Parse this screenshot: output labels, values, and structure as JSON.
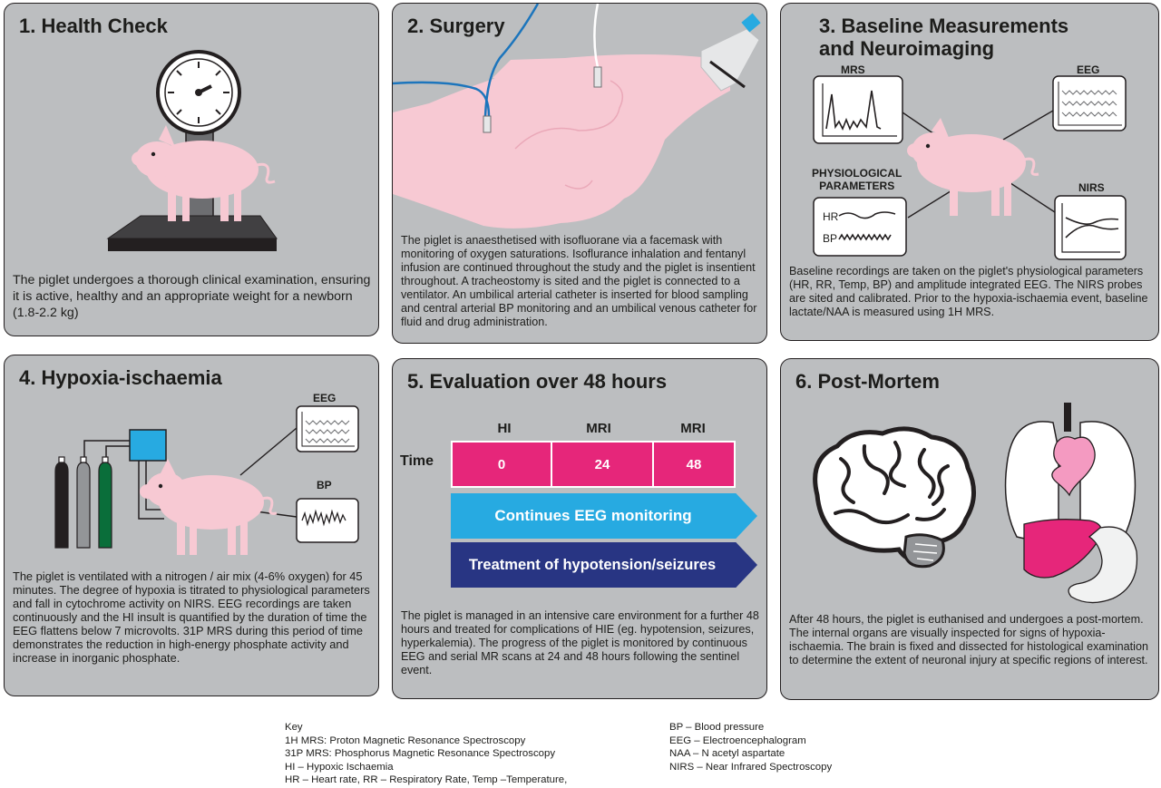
{
  "panels": {
    "health_check": {
      "title": "1. Health Check",
      "body": "The piglet undergoes a thorough clinical examination, ensuring it is active, healthy and an appropriate weight for a newborn (1.8-2.2 kg)"
    },
    "surgery": {
      "title": "2. Surgery",
      "body": "The piglet is anaesthetised with isofluorane via a facemask with monitoring of oxygen saturations. Isoflurance inhalation and fentanyl infusion are continued throughout the study and the piglet is insentient throughout. A tracheostomy is sited and the piglet is connected to a ventilator. An umbilical arterial catheter is inserted for blood sampling and central arterial BP monitoring and an umbilical venous catheter for fluid and drug administration."
    },
    "baseline": {
      "title": "3. Baseline Measurements\nand Neuroimaging",
      "labels": {
        "mrs": "MRS",
        "eeg": "EEG",
        "physio": "PHYSIOLOGICAL\nPARAMETERS",
        "nirs": "NIRS",
        "hr": "HR",
        "bp": "BP"
      },
      "body": "Baseline recordings are taken on the piglet's physiological parameters (HR, RR, Temp, BP) and amplitude integrated EEG. The NIRS probes are sited and calibrated. Prior to the hypoxia-ischaemia event, baseline lactate/NAA is measured using 1H MRS."
    },
    "hypoxia": {
      "title": "4. Hypoxia-ischaemia",
      "labels": {
        "eeg": "EEG",
        "bp": "BP"
      },
      "body": "The piglet is ventilated with a nitrogen / air mix (4-6% oxygen) for 45 minutes. The degree of hypoxia is titrated to physiological parameters and fall in cytochrome activity on NIRS. EEG recordings are taken continuously and the HI insult is quantified by the duration of time the EEG flattens below 7 microvolts. 31P MRS during this period of time demonstrates the reduction in high-energy phosphate activity and increase in inorganic phosphate."
    },
    "evaluation": {
      "title": "5. Evaluation over 48 hours",
      "timeline": {
        "row_label": "Time",
        "events": [
          "HI",
          "MRI",
          "MRI"
        ],
        "times": [
          "0",
          "24",
          "48"
        ],
        "arrow1": "Continues EEG monitoring",
        "arrow2": "Treatment of hypotension/seizures"
      },
      "body": "The piglet is managed in an intensive care environment for a further 48 hours and treated for complications of HIE (eg. hypotension, seizures, hyperkalemia). The progress of the piglet is monitored by continuous EEG and serial MR scans at 24 and 48 hours following the sentinel event."
    },
    "post_mortem": {
      "title": "6. Post-Mortem",
      "body": "After 48 hours, the piglet is euthanised and undergoes a post-mortem. The internal organs are visually inspected for signs of hypoxia-ischaemia. The brain is fixed and dissected for histological examination to determine the extent of neuronal injury at specific regions of interest."
    }
  },
  "key": {
    "title": "Key",
    "left": [
      "1H MRS: Proton Magnetic Resonance Spectroscopy",
      "31P MRS: Phosphorus Magnetic Resonance Spectroscopy",
      "HI – Hypoxic Ischaemia",
      "HR – Heart rate, RR – Respiratory Rate, Temp –Temperature,"
    ],
    "right": [
      "BP – Blood pressure",
      "EEG – Electroencephalogram",
      "NAA – N acetyl aspartate",
      "NIRS – Near Infrared Spectroscopy"
    ]
  },
  "colors": {
    "panel_bg": "#bcbec0",
    "piglet": "#f7c9d3",
    "magenta": "#e6267a",
    "cyan": "#27aae1",
    "navy": "#283583",
    "green": "#0a6e3a",
    "catheter_blue": "#1c75bc"
  }
}
